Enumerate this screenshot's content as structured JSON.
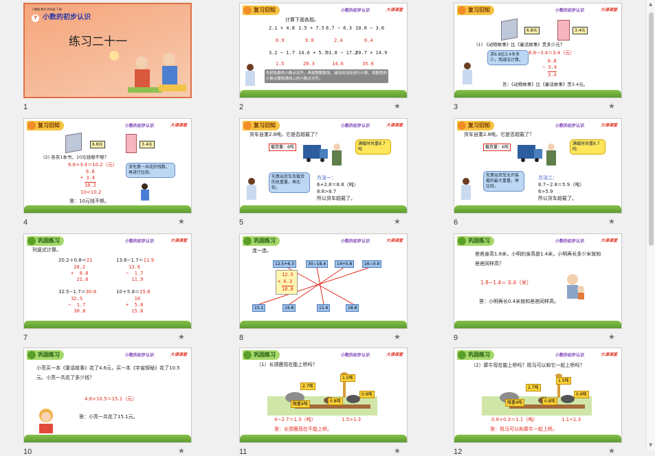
{
  "slides": [
    {
      "num": "1",
      "header_tag": "人教版 数学 四年级 下册",
      "lesson_no": "7",
      "lesson_title": "小数的初步认识",
      "main_title": "练习二十一"
    },
    {
      "num": "2",
      "header": "复习旧知",
      "brand": "小数的初步认识",
      "logo": "大课课堂",
      "intro": "计算下面各题。",
      "calc_row1": [
        "2.1 + 4.8",
        "1.5 + 7.5",
        "8.7 − 6.3",
        "10.0 − 3.6"
      ],
      "ans_row1": [
        "6.9",
        "9.0",
        "2.4",
        "6.4"
      ],
      "calc_row2": [
        "3.2 − 1.7",
        "14.6 + 5.7",
        "31.8 − 17.2",
        "20.7 + 14.9"
      ],
      "ans_row2": [
        "1.5",
        "20.3",
        "14.6",
        "35.6"
      ],
      "tip": "先把各数的小数点对齐，再按照整数加、减法的法则进行计算，得数里的小数点要和横线上的小数点对齐。"
    },
    {
      "num": "3",
      "header": "复习旧知",
      "brand": "小数的初步认识",
      "logo": "大课课堂",
      "price1": "6.8元",
      "price2": "3.4元",
      "question": "(1) 《动物故事》比《童话故事》贵多少元？",
      "bubble": "求6.8比3.4多多少，用减法计算。",
      "equation": "6.8−3.4＝3.4（元）",
      "v1": "6.8",
      "v2": "− 3.4",
      "v3": "3.4",
      "answer": "答：《动物故事》比《童话故事》贵3.4元。"
    },
    {
      "num": "4",
      "header": "复习旧知",
      "brand": "小数的初步认识",
      "logo": "大课课堂",
      "price1": "6.8元",
      "price2": "3.4元",
      "question": "(2) 各买1本书，10元钱够不够？",
      "equation": "6.8+3.4＝10.2（元）",
      "v1": "6.8",
      "v2": "+ 3.4",
      "v3": "10.2",
      "compare": "10<10.2",
      "answer": "答：10元钱不够。",
      "bubble": "求先算一共花的钱数，再进行比较。"
    },
    {
      "num": "5",
      "header": "复习旧知",
      "brand": "小数的初步认识",
      "logo": "大课课堂",
      "question": "货车自重2.8吨，它是否超载了？",
      "load": "载货量：6吨",
      "limit": "满载时共重8.7吨",
      "method": "方法一：",
      "l1": "6+2.8＝8.8（吨）",
      "l2": "8.8>8.7",
      "l3": "所以货车超载了。",
      "bubble": "先算出货车及载货的总重量，再比较。"
    },
    {
      "num": "6",
      "header": "复习旧知",
      "brand": "小数的初步认识",
      "logo": "大课课堂",
      "question": "货车自重2.8吨，它是否超载了？",
      "load": "载货量：6吨",
      "limit": "满载时共重8.7吨",
      "method": "方法二：",
      "l1": "8.7−2.8＝5.9（吨）",
      "l2": "6>5.9",
      "l3": "所以货车超载了。",
      "bubble": "先算出货车允许装载的最大重量，再比较。"
    },
    {
      "num": "7",
      "header": "巩固练习",
      "brand": "小数的初步认识",
      "logo": "大课课堂",
      "intro": "列竖式计算。",
      "q1": "20.2＋0.8＝",
      "a1": "21",
      "q2": "13.6−1.7＝",
      "a2": "11.9",
      "q3": "32.5−1.7＝",
      "a3": "30.8",
      "q4": "10＋5.8＝",
      "a4": "15.8"
    },
    {
      "num": "8",
      "header": "巩固练习",
      "brand": "小数的初步认识",
      "logo": "大课课堂",
      "intro": "连一连。",
      "top": [
        "12.5+6.3",
        "30−18.4",
        "14+5.8",
        "16−0.9"
      ],
      "bottom": [
        "15.1",
        "19.8",
        "11.6",
        "18.8"
      ],
      "work1": "12.5",
      "work2": "+ 6.3",
      "work3": "18.8"
    },
    {
      "num": "9",
      "header": "巩固练习",
      "brand": "小数的初步认识",
      "logo": "大课课堂",
      "q": "爸爸身高1.8米，小明的身高是1.4米，小明再长多少米就和爸爸同样高？",
      "equation": "1.8−1.4＝ 0.4（米）",
      "answer": "答：小明再长0.4米就和爸爸同样高。"
    },
    {
      "num": "10",
      "header": "巩固练习",
      "brand": "小数的初步认识",
      "logo": "大课课堂",
      "q": "小亮买一本《童话故事》花了4.6元，买一本《宇宙探秘》花了10.5元。小亮一共花了多少钱？",
      "equation": "4.6+10.5＝15.1（元）",
      "answer": "答：小亮一共花了15.1元。"
    },
    {
      "num": "11",
      "header": "巩固练习",
      "brand": "小数的初步认识",
      "logo": "大课课堂",
      "q": "（1）长颈鹿现在能上桥吗？",
      "w1": "1.5吨",
      "w2": "2.7吨",
      "w3": "0.9吨",
      "w4": "0.8吨",
      "w5": "限重4吨",
      "equation": "4−2.7＝1.3（吨）",
      "compare": "1.5>1.3",
      "answer": "答：长颈鹿现在不能上桥。"
    },
    {
      "num": "12",
      "header": "巩固练习",
      "brand": "小数的初步认识",
      "logo": "大课课堂",
      "q": "（2）犀牛现在能上桥吗？斑马可以和它一起上桥吗？",
      "w1": "1.5吨",
      "w2": "2.7吨",
      "w3": "0.9吨",
      "w4": "0.8吨",
      "w5": "限重4吨",
      "equation": "0.8+0.3＝1.1（吨）",
      "compare": "1.1<1.3",
      "answer": "答：斑马可以和犀牛一起上桥。"
    }
  ],
  "colors": {
    "accent": "#e06f47",
    "red": "#e02a1c",
    "blue": "#2a53c4",
    "grass": "#6aa83a"
  }
}
